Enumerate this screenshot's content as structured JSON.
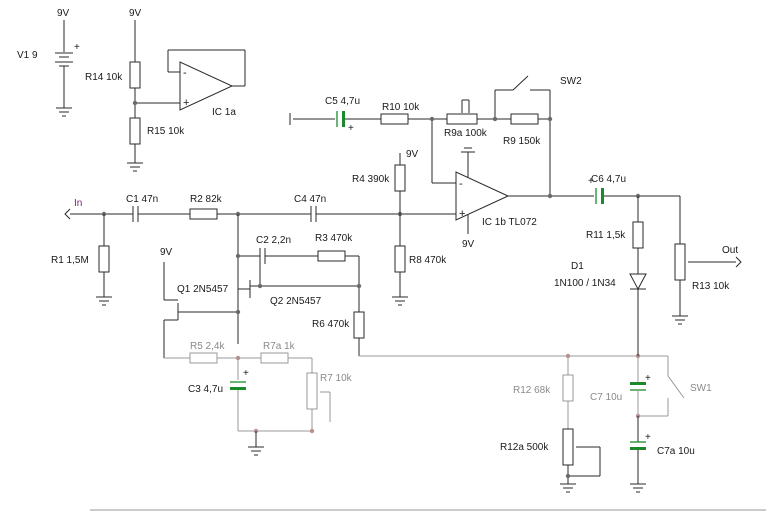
{
  "supply": {
    "battery_label": "V1 9",
    "rail_top_left": "9V",
    "rail_top_mid": "9V",
    "rail_r4": "9V",
    "rail_q1": "9V",
    "rail_ic1b_bottom": "9V"
  },
  "nets": {
    "input": "In",
    "output": "Out"
  },
  "ics": {
    "ic1a": "IC 1a",
    "ic1b": "IC 1b TL072",
    "plus": "+",
    "minus": "-"
  },
  "transistors": {
    "q1": "Q1 2N5457",
    "q2": "Q2 2N5457"
  },
  "diode": {
    "name": "D1",
    "part": "1N100 / 1N34"
  },
  "switches": {
    "sw1": "SW1",
    "sw2": "SW2"
  },
  "resistors": {
    "r1": "R1 1,5M",
    "r2": "R2 82k",
    "r3": "R3 470k",
    "r4": "R4 390k",
    "r5": "R5 2,4k",
    "r6": "R6 470k",
    "r7": "R7 10k",
    "r7a": "R7a 1k",
    "r8": "R8 470k",
    "r9": "R9 150k",
    "r9a": "R9a 100k",
    "r10": "R10 10k",
    "r11": "R11 1,5k",
    "r12": "R12 68k",
    "r12a": "R12a 500k",
    "r13": "R13 10k",
    "r14": "R14 10k",
    "r15": "R15 10k"
  },
  "capacitors": {
    "c1": "C1 47n",
    "c2": "C2 2,2n",
    "c3": "C3 4,7u",
    "c4": "C4 47n",
    "c5": "C5 4,7u",
    "c6": "C6 4,7u",
    "c7": "C7 10u",
    "c7a": "C7a 10u"
  },
  "colors": {
    "wire": "#2a2a2a",
    "wire_faint": "#9a9a9a",
    "capacitor": "#1c8a2c",
    "net_label": "#7a1f7a",
    "junction": "#6b6b6b"
  }
}
